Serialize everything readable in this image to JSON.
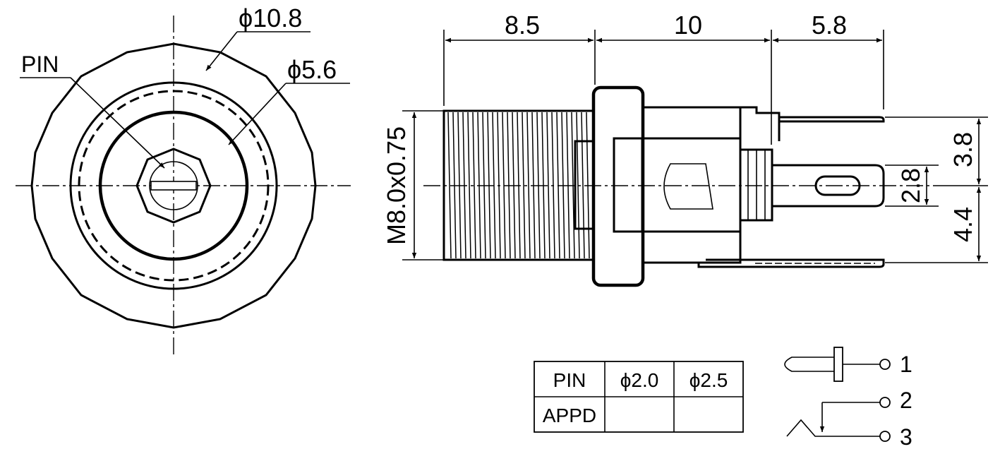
{
  "front_view": {
    "pin_label": "PIN",
    "outer_diameter": "ϕ10.8",
    "inner_diameter": "ϕ5.6"
  },
  "side_view": {
    "dim_length_1": "8.5",
    "dim_length_2": "10",
    "dim_length_3": "5.8",
    "thread_spec": "M8.0x0.75",
    "dim_height_upper": "3.8",
    "dim_tab_width": "2.8",
    "dim_height_lower": "4.4"
  },
  "pin_table": {
    "header_label": "PIN",
    "col1": "ϕ2.0",
    "col2": "ϕ2.5",
    "row2_label": "APPD",
    "row2_col1": "",
    "row2_col2": ""
  },
  "schematic": {
    "terminal_1": "1",
    "terminal_2": "2",
    "terminal_3": "3"
  }
}
